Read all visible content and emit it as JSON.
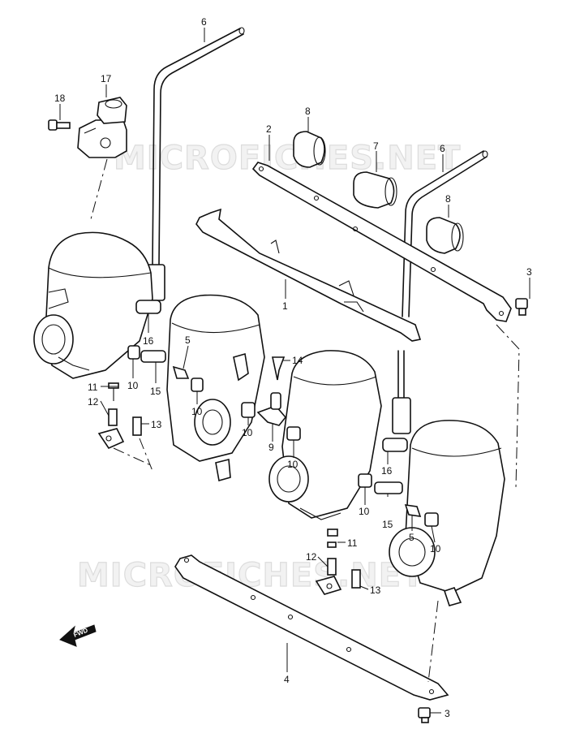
{
  "watermark": {
    "text": "MICROFICHES.NET"
  },
  "fwd_label": "FWD",
  "callouts": {
    "c1": "1",
    "c2": "2",
    "c3a": "3",
    "c3b": "3",
    "c4": "4",
    "c5a": "5",
    "c5b": "5",
    "c6a": "6",
    "c6b": "6",
    "c7": "7",
    "c8a": "8",
    "c8b": "8",
    "c9": "9",
    "c10a": "10",
    "c10b": "10",
    "c10c": "10",
    "c10d": "10",
    "c10e": "10",
    "c10f": "10",
    "c11a": "11",
    "c11b": "11",
    "c12a": "12",
    "c12b": "12",
    "c13a": "13",
    "c13b": "13",
    "c14": "14",
    "c15a": "15",
    "c15b": "15",
    "c16a": "16",
    "c16b": "16",
    "c17": "17",
    "c18": "18"
  }
}
